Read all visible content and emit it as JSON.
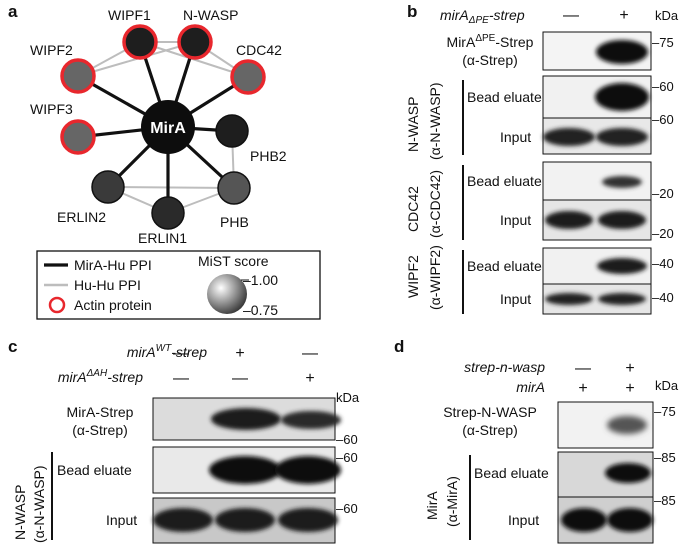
{
  "panels": {
    "a": {
      "label": "a",
      "center_label": "MirA",
      "nodes": {
        "wipf1": "WIPF1",
        "nwasp": "N-WASP",
        "wipf2": "WIPF2",
        "cdc42": "CDC42",
        "wipf3": "WIPF3",
        "phb2": "PHB2",
        "erlin2": "ERLIN2",
        "phb": "PHB",
        "erlin1": "ERLIN1"
      },
      "legend": {
        "mira_hu": "MirA-Hu PPI",
        "hu_hu": "Hu-Hu PPI",
        "actin": "Actin protein",
        "mist_title": "MiST score",
        "mist_high": "1.00",
        "mist_low": "0.75"
      }
    },
    "b": {
      "label": "b",
      "condition_prefix": "mirA",
      "condition_sup": "ΔPE",
      "condition_suffix": "-strep",
      "lanes": [
        "—",
        "+"
      ],
      "kda": "kDa",
      "blots": {
        "bait_line1": "MirA",
        "bait_sup": "ΔPE",
        "bait_suffix": "-Strep",
        "bait_line2": "(α-Strep)",
        "nwasp_group": "N-WASP",
        "nwasp_ab": "(α-N-WASP)",
        "cdc42_group": "CDC42",
        "cdc42_ab": "(α-CDC42)",
        "wipf2_group": "WIPF2",
        "wipf2_ab": "(α-WIPF2)",
        "eluate": "Bead eluate",
        "input": "Input"
      },
      "markers": [
        "75",
        "60",
        "60",
        "20",
        "20",
        "40",
        "40"
      ]
    },
    "c": {
      "label": "c",
      "row1_prefix": "mirA",
      "row1_sup": "WT",
      "row1_suffix": "-strep",
      "row1": [
        "—",
        "+",
        "—"
      ],
      "row2_prefix": "mirA",
      "row2_sup": "ΔAH",
      "row2_suffix": "-strep",
      "row2": [
        "—",
        "—",
        "+"
      ],
      "kda": "kDa",
      "bait_line1": "MirA-Strep",
      "bait_line2": "(α-Strep)",
      "group": "N-WASP",
      "group_ab": "(α-N-WASP)",
      "eluate": "Bead eluate",
      "input": "Input",
      "markers": [
        "60",
        "60",
        "60"
      ]
    },
    "d": {
      "label": "d",
      "row1": "strep-n-wasp",
      "row1_vals": [
        "—",
        "+"
      ],
      "row2": "mirA",
      "row2_vals": [
        "+",
        "+"
      ],
      "kda": "kDa",
      "bait_line1": "Strep-N-WASP",
      "bait_line2": "(α-Strep)",
      "group": "MirA",
      "group_ab": "(α-MirA)",
      "eluate": "Bead eluate",
      "input": "Input",
      "markers": [
        "75",
        "85",
        "85"
      ]
    }
  }
}
